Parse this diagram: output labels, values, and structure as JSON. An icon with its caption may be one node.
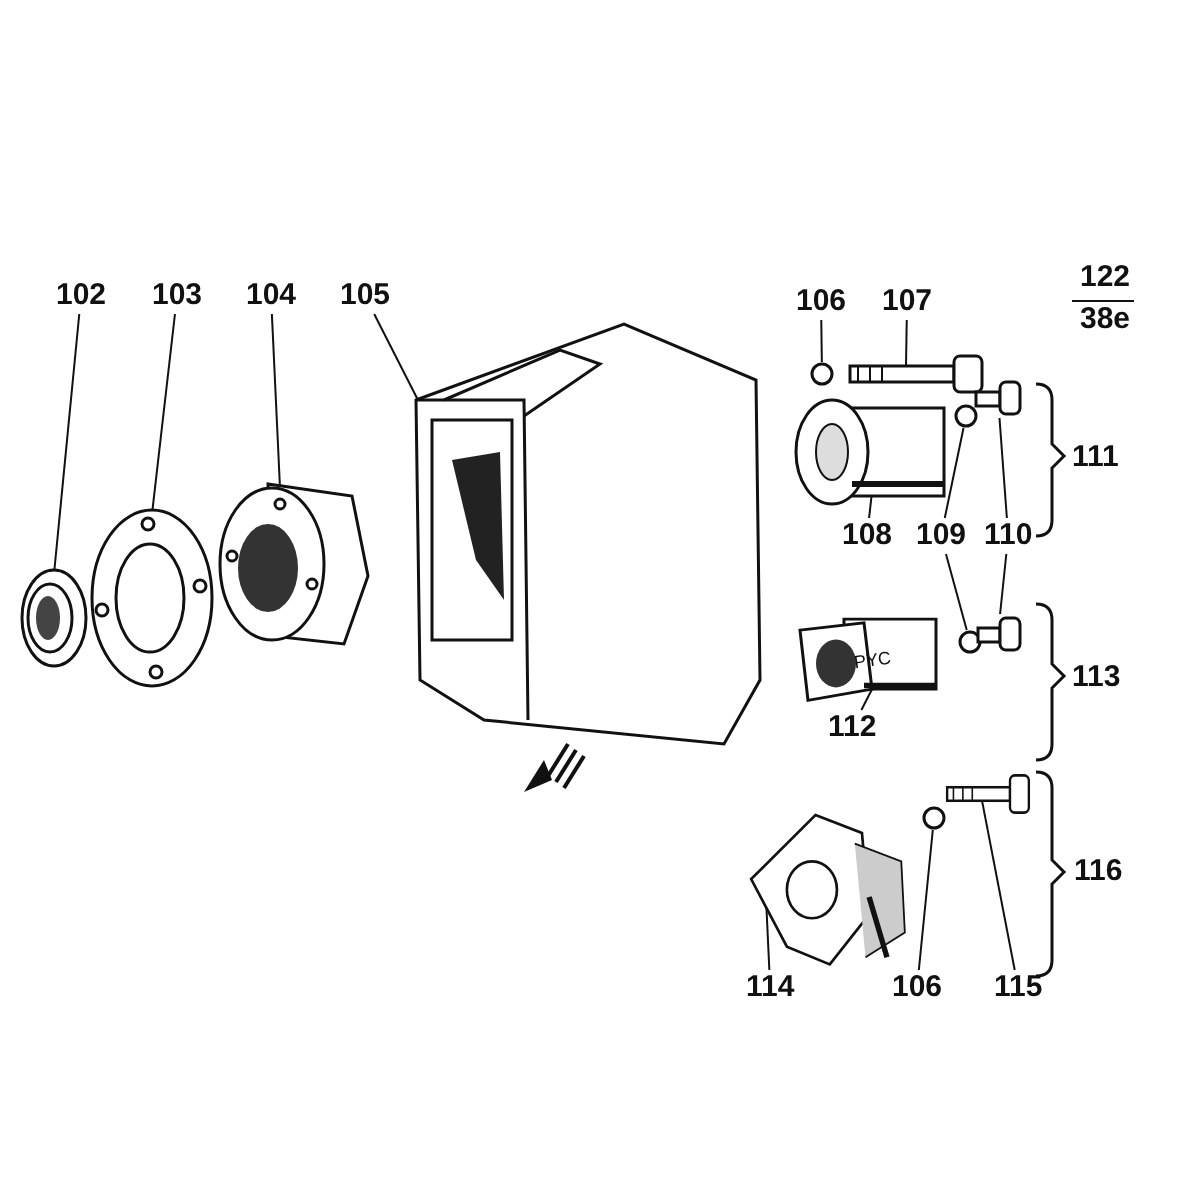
{
  "diagram": {
    "nodes": [
      {
        "text": [
          "102"
        ]
      },
      {
        "text": [
          "103"
        ]
      },
      {
        "text": [
          "104"
        ]
      },
      {
        "text": [
          "105"
        ]
      },
      {
        "text": [
          "106"
        ]
      },
      {
        "text": [
          "107"
        ]
      },
      {
        "text": [
          "108"
        ]
      },
      {
        "text": [
          "109"
        ]
      },
      {
        "text": [
          "110"
        ]
      },
      {
        "text": [
          "112"
        ]
      },
      {
        "text": [
          "114"
        ]
      },
      {
        "text": [
          "106"
        ]
      },
      {
        "text": [
          "115"
        ]
      },
      {
        "text": [],
        "shape": "picture"
      },
      {
        "text": [],
        "shape": "picture"
      },
      {
        "text": [],
        "shape": "picture"
      },
      {
        "text": [],
        "shape": "picture"
      },
      {
        "text": [],
        "shape": "circle"
      },
      {
        "text": [],
        "shape": "picture"
      },
      {
        "text": [],
        "shape": "picture"
      },
      {
        "text": [],
        "shape": "circle"
      },
      {
        "text": [],
        "shape": "picture"
      },
      {
        "text": [],
        "shape": "circle"
      },
      {
        "text": [],
        "shape": "picture"
      },
      {
        "text": [],
        "shape": "picture"
      },
      {
        "text": [],
        "shape": "picture"
      },
      {
        "text": [],
        "shape": "circle"
      },
      {
        "text": [],
        "shape": "picture"
      }
    ],
    "edges": [
      {
        "from": 0,
        "to": 13,
        "arrow": "none"
      },
      {
        "from": 1,
        "to": 14,
        "arrow": "none"
      },
      {
        "from": 2,
        "to": 15,
        "arrow": "none"
      },
      {
        "from": 3,
        "to": 16,
        "arrow": "none"
      },
      {
        "from": 4,
        "to": 17,
        "arrow": "none"
      },
      {
        "from": 5,
        "to": 18,
        "arrow": "none"
      },
      {
        "from": 6,
        "to": 19,
        "arrow": "none"
      },
      {
        "from": 7,
        "to": 20,
        "arrow": "none"
      },
      {
        "from": 7,
        "to": 22,
        "arrow": "none"
      },
      {
        "from": 8,
        "to": 21,
        "arrow": "none"
      },
      {
        "from": 8,
        "to": 23,
        "arrow": "none"
      },
      {
        "from": 9,
        "to": 24,
        "arrow": "none"
      },
      {
        "from": 10,
        "to": 25,
        "arrow": "none"
      },
      {
        "from": 11,
        "to": 26,
        "arrow": "none"
      },
      {
        "from": 12,
        "to": 27,
        "arrow": "none"
      }
    ],
    "labels": [
      "122",
      "38e",
      "111",
      "PYC",
      "113",
      "116"
    ]
  }
}
